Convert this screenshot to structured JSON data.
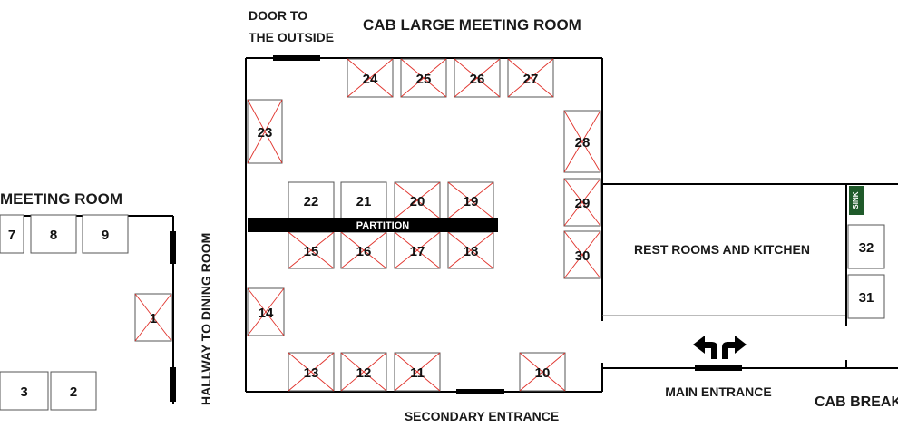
{
  "labels": {
    "door_line1": "DOOR TO",
    "door_line2": "THE OUTSIDE",
    "cab_large": "CAB LARGE MEETING ROOM",
    "meeting_room": "MEETING ROOM",
    "partition": "PARTITION",
    "rest_rooms": "REST ROOMS AND KITCHEN",
    "sink": "SINK",
    "hallway": "HALLWAY TO DINING ROOM",
    "main_entrance": "MAIN ENTRANCE",
    "secondary_entrance": "SECONDARY ENTRANCE",
    "cab_break": "CAB BREAK"
  },
  "booths": [
    {
      "id": "b24",
      "label": "24",
      "taken": true
    },
    {
      "id": "b25",
      "label": "25",
      "taken": true
    },
    {
      "id": "b26",
      "label": "26",
      "taken": true
    },
    {
      "id": "b27",
      "label": "27",
      "taken": true
    },
    {
      "id": "b23",
      "label": "23",
      "taken": true
    },
    {
      "id": "b28",
      "label": "28",
      "taken": true
    },
    {
      "id": "b22",
      "label": "22",
      "taken": false
    },
    {
      "id": "b21",
      "label": "21",
      "taken": false
    },
    {
      "id": "b20",
      "label": "20",
      "taken": true
    },
    {
      "id": "b19",
      "label": "19",
      "taken": true
    },
    {
      "id": "b29",
      "label": "29",
      "taken": true
    },
    {
      "id": "b15",
      "label": "15",
      "taken": true
    },
    {
      "id": "b16",
      "label": "16",
      "taken": true
    },
    {
      "id": "b17",
      "label": "17",
      "taken": true
    },
    {
      "id": "b18",
      "label": "18",
      "taken": true
    },
    {
      "id": "b30",
      "label": "30",
      "taken": true
    },
    {
      "id": "b14",
      "label": "14",
      "taken": true
    },
    {
      "id": "b13",
      "label": "13",
      "taken": true
    },
    {
      "id": "b12",
      "label": "12",
      "taken": true
    },
    {
      "id": "b11",
      "label": "11",
      "taken": true
    },
    {
      "id": "b10",
      "label": "10",
      "taken": true
    },
    {
      "id": "b32",
      "label": "32",
      "taken": false
    },
    {
      "id": "b31",
      "label": "31",
      "taken": false
    },
    {
      "id": "b7",
      "label": "7",
      "taken": false
    },
    {
      "id": "b8",
      "label": "8",
      "taken": false
    },
    {
      "id": "b9",
      "label": "9",
      "taken": false
    },
    {
      "id": "b1",
      "label": "1",
      "taken": true
    },
    {
      "id": "b3",
      "label": "3",
      "taken": false
    },
    {
      "id": "b2",
      "label": "2",
      "taken": false
    }
  ]
}
